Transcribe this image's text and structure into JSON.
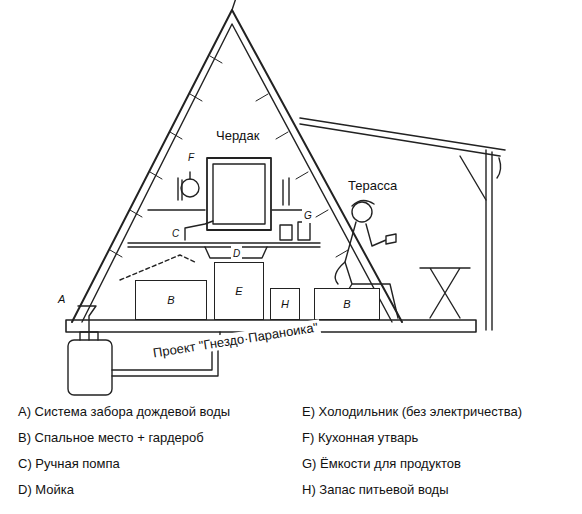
{
  "diagram": {
    "nodes": [
      {
        "text": [
          "B"
        ]
      },
      {
        "text": [
          "E"
        ]
      },
      {
        "text": [
          "H"
        ]
      },
      {
        "text": [
          "B"
        ]
      }
    ],
    "labels": [
      "Чердак",
      "Терасса",
      "A",
      "F",
      "C",
      "D",
      "G",
      "Проект \"Гнездо·Параноика\"",
      "A) Система забора дождевой воды",
      "B) Спальное место + гардероб",
      "C) Ручная помпа",
      "D) Мойка",
      "E) Холодильник (без электричества)",
      "F) Кухонная утварь",
      "G) Ёмкости для продуктов",
      "H) Запас питьевой воды"
    ]
  }
}
